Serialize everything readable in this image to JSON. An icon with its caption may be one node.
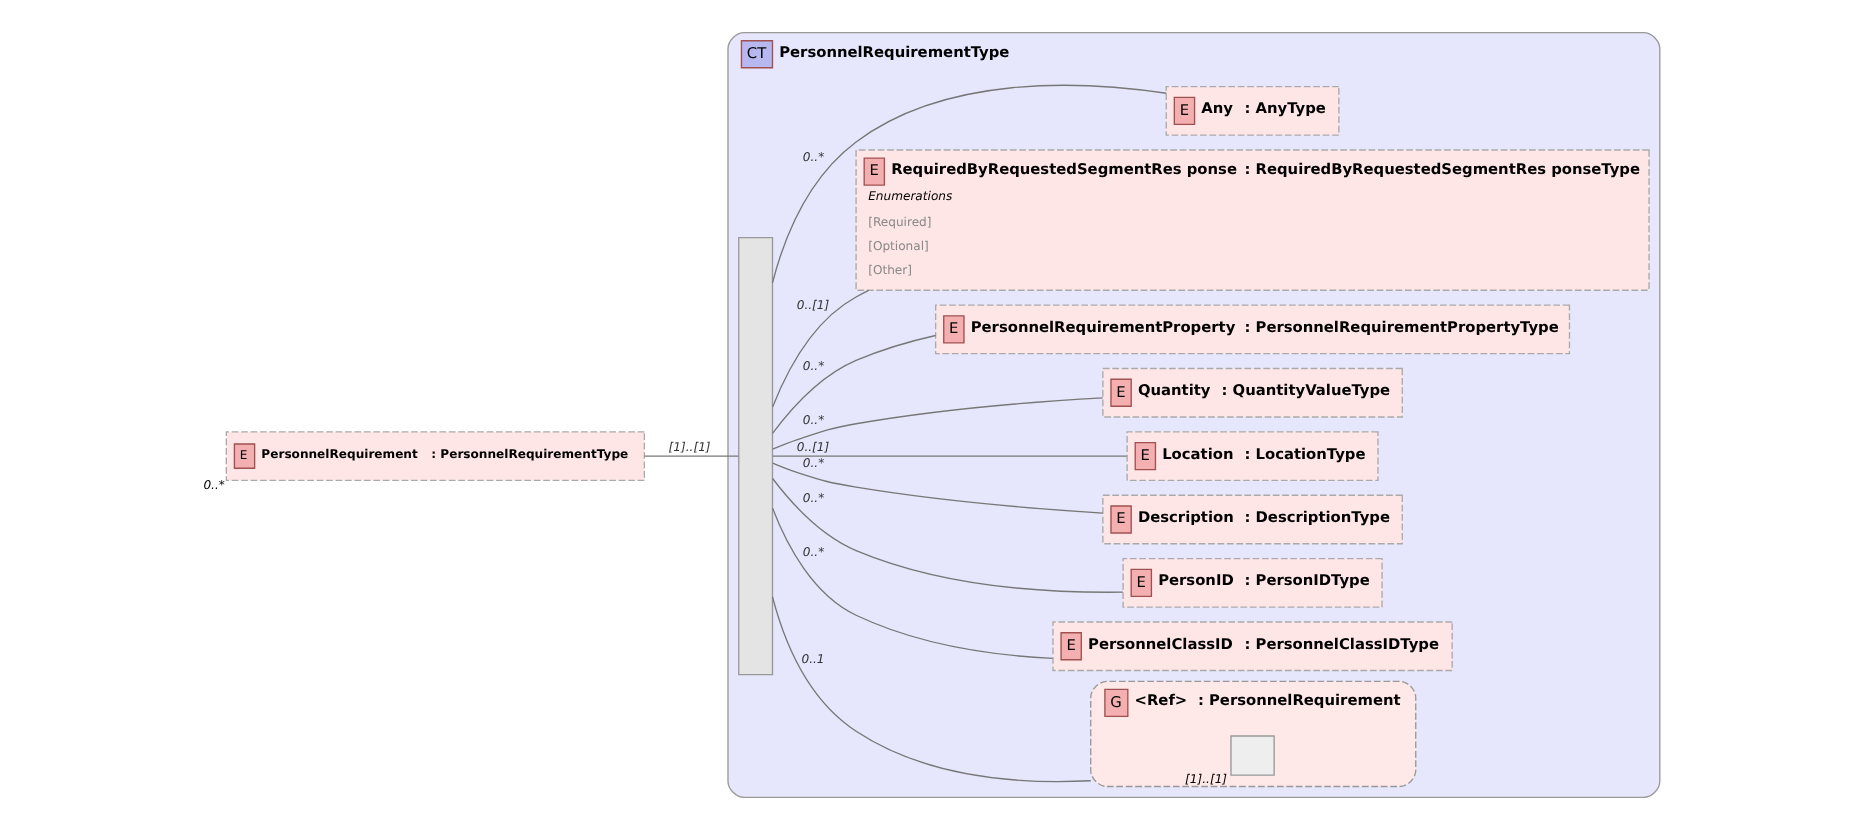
{
  "diagram": {
    "nodes": [
      {
        "text": [
          "E",
          "PersonnelRequirement",
          ": PersonnelRequirementType"
        ],
        "beside": [
          "0..*"
        ]
      },
      {
        "text": [
          "CT",
          "PersonnelRequirementType"
        ]
      },
      {
        "text": [],
        "shape": "bar",
        "in": 1
      },
      {
        "text": [
          "E",
          "PersonnelClassID",
          ": PersonnelClassIDType"
        ],
        "in": 1
      },
      {
        "text": [
          "E",
          "PersonID",
          ": PersonIDType"
        ],
        "in": 1
      },
      {
        "text": [
          "E",
          "Description",
          ": DescriptionType"
        ],
        "in": 1
      },
      {
        "text": [
          "E",
          "Location",
          ": LocationType"
        ],
        "in": 1
      },
      {
        "text": [
          "E",
          "Quantity",
          ": QuantityValueType"
        ],
        "in": 1
      },
      {
        "text": [
          "E",
          "PersonnelRequirementProperty",
          ": PersonnelRequirementPropertyType"
        ],
        "in": 1
      },
      {
        "text": [
          "E",
          "RequiredByRequestedSegmentRes ponse",
          ": RequiredByRequestedSegmentRes ponseType",
          "Enumerations",
          "[Required]",
          "[Optional]",
          "[Other]"
        ],
        "in": 1
      },
      {
        "text": [
          "G",
          "<Ref>",
          ": PersonnelRequirement"
        ],
        "in": 1
      },
      {
        "text": [],
        "shape": "box",
        "in": 10,
        "beside": [
          "[1]..[1]"
        ]
      },
      {
        "text": [
          "E",
          "Any",
          ": AnyType"
        ],
        "in": 1
      }
    ],
    "edges": [
      {
        "from": 0,
        "to": 2,
        "arrow": "none",
        "label": "[1]..[1]"
      },
      {
        "from": 2,
        "to": 3,
        "arrow": "none",
        "label": "0..*"
      },
      {
        "from": 2,
        "to": 4,
        "arrow": "none",
        "label": "0..*"
      },
      {
        "from": 2,
        "to": 5,
        "arrow": "none",
        "label": "0..*"
      },
      {
        "from": 2,
        "to": 6,
        "arrow": "none",
        "label": "0..[1]"
      },
      {
        "from": 2,
        "to": 7,
        "arrow": "none",
        "label": "0..*"
      },
      {
        "from": 2,
        "to": 8,
        "arrow": "none",
        "label": "0..*"
      },
      {
        "from": 2,
        "to": 9,
        "arrow": "none",
        "label": "0..[1]"
      },
      {
        "from": 2,
        "to": 10,
        "arrow": "none",
        "label": "0..1"
      },
      {
        "from": 2,
        "to": 12,
        "arrow": "none",
        "label": "0..*"
      }
    ]
  }
}
